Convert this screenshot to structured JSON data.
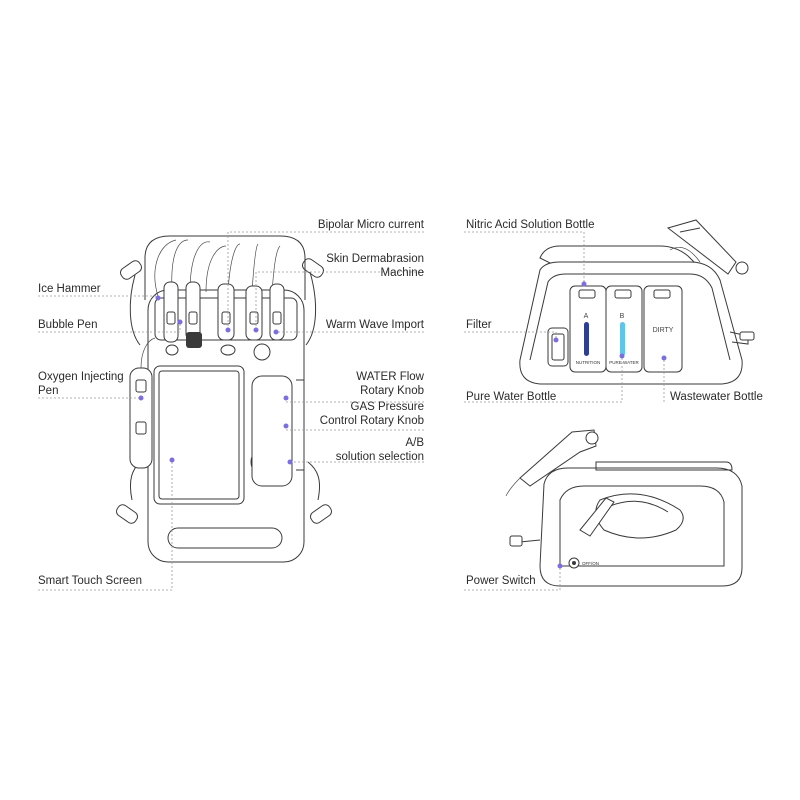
{
  "labels": {
    "bipolar": "Bipolar Micro current",
    "skin_derm_1": "Skin Dermabrasion",
    "skin_derm_2": "Machine",
    "ice_hammer": "Ice Hammer",
    "bubble_pen": "Bubble Pen",
    "warm_wave": "Warm Wave Import",
    "oxygen_1": "Oxygen Injecting",
    "oxygen_2": "Pen",
    "water_flow_1": "WATER Flow",
    "water_flow_2": "Rotary Knob",
    "gas_1": "GAS Pressure",
    "gas_2": "Control Rotary Knob",
    "ab_1": "A/B",
    "ab_2": "solution selection",
    "smart_touch": "Smart Touch Screen",
    "nitric": "Nitric Acid Solution Bottle",
    "filter": "Filter",
    "pure_water": "Pure Water Bottle",
    "wastewater": "Wastewater Bottle",
    "power_switch": "Power Switch"
  },
  "device_text": {
    "bottle_a": "A",
    "bottle_b": "B",
    "bottle_a_name": "NUTRITION",
    "bottle_b_name": "PURE WATER",
    "bottle_dirty": "DIRTY",
    "switch": "OFF/ON"
  },
  "colors": {
    "accent_dot": "#7b6ee0",
    "bottle_a_fill": "#2f3f8f",
    "bottle_b_fill": "#5fc6ea"
  }
}
